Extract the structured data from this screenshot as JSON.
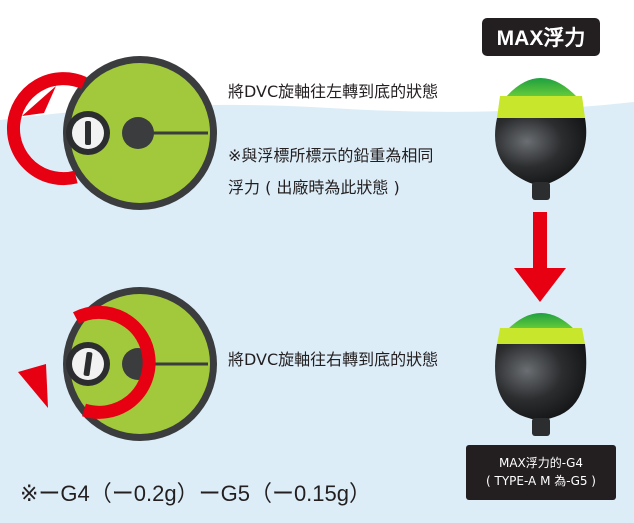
{
  "badge": {
    "label": "MAX浮力"
  },
  "top_dial": {
    "caption": "將DVC旋軸往左轉到底的狀態",
    "note_line1": "※與浮標所標示的鉛重為相同",
    "note_line2": "浮力 ( 出廠時為此狀態 )"
  },
  "bottom_dial": {
    "caption": "將DVC旋軸往右轉到底的狀態"
  },
  "note_box": {
    "line1": "MAX浮力的-G4",
    "line2": "( TYPE-A M 為-G5 )"
  },
  "values_line": "※ーG4（ー0.2g）ーG5（ー0.15g）",
  "colors": {
    "dial_green": "#a2c83c",
    "dial_dark": "#3a3c3e",
    "arrow_red": "#e60012",
    "water_blue": "#dcedf8",
    "float_lime": "#c8e62c",
    "float_green": "#2fb24a",
    "float_body": "#2b2d2f"
  }
}
